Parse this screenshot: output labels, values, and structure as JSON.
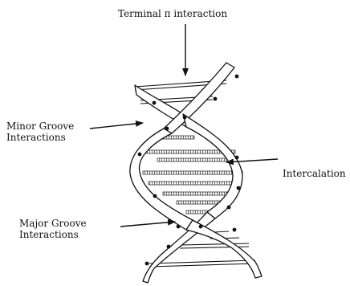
{
  "labels": {
    "terminal_pi": "Terminal π interaction",
    "minor_groove_line1": "Minor Groove",
    "minor_groove_line2": "Interactions",
    "intercalation": "Intercalation",
    "major_groove_line1": "Major Groove",
    "major_groove_line2": "Interactions"
  },
  "colors": {
    "stroke": "#111111",
    "background": "#ffffff",
    "hatched_bar": "#555555"
  }
}
